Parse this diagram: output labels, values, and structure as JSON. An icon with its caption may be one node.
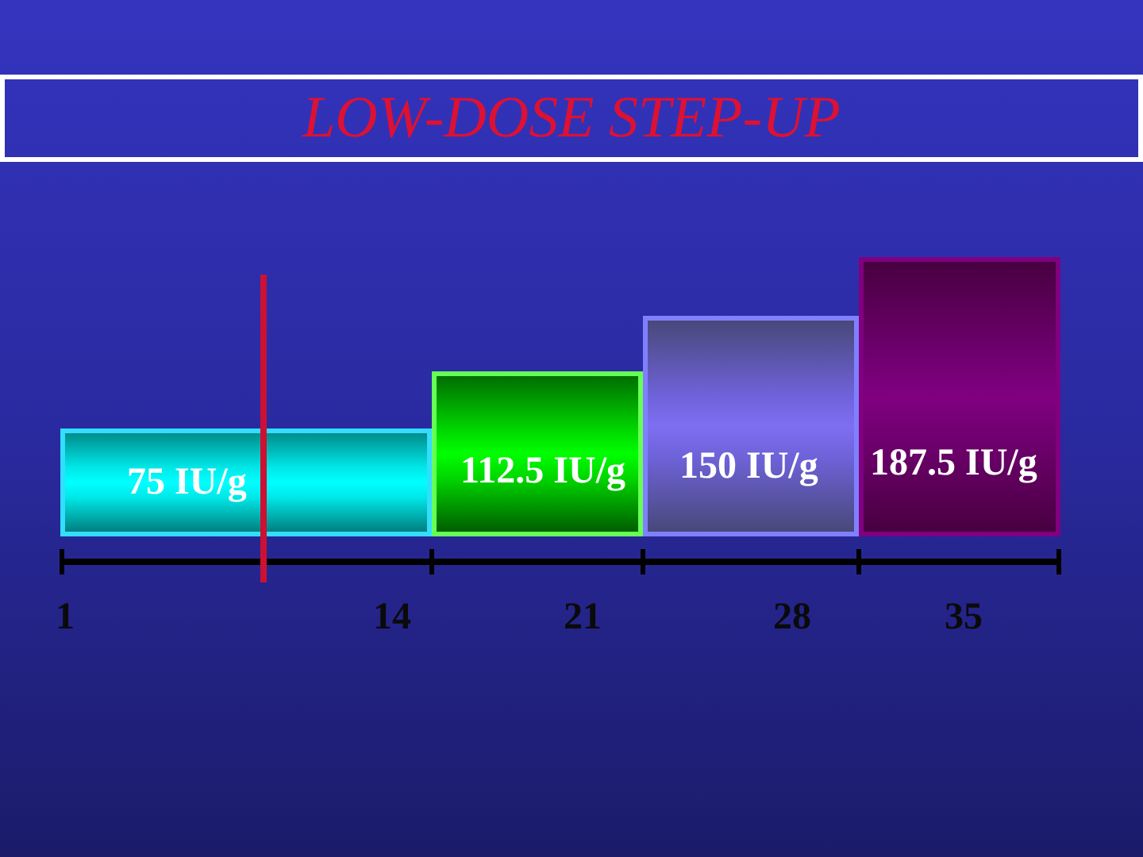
{
  "diagram": {
    "title": "LOW-DOSE STEP-UP",
    "nodes": [
      {
        "text": [
          "75 IU/g"
        ]
      },
      {
        "text": [
          "112.5 IU/g"
        ]
      },
      {
        "text": [
          "150 IU/g"
        ]
      },
      {
        "text": [
          "187.5 IU/g"
        ]
      }
    ],
    "edges": [],
    "labels": [
      "1",
      "14",
      "21",
      "28",
      "35"
    ]
  }
}
